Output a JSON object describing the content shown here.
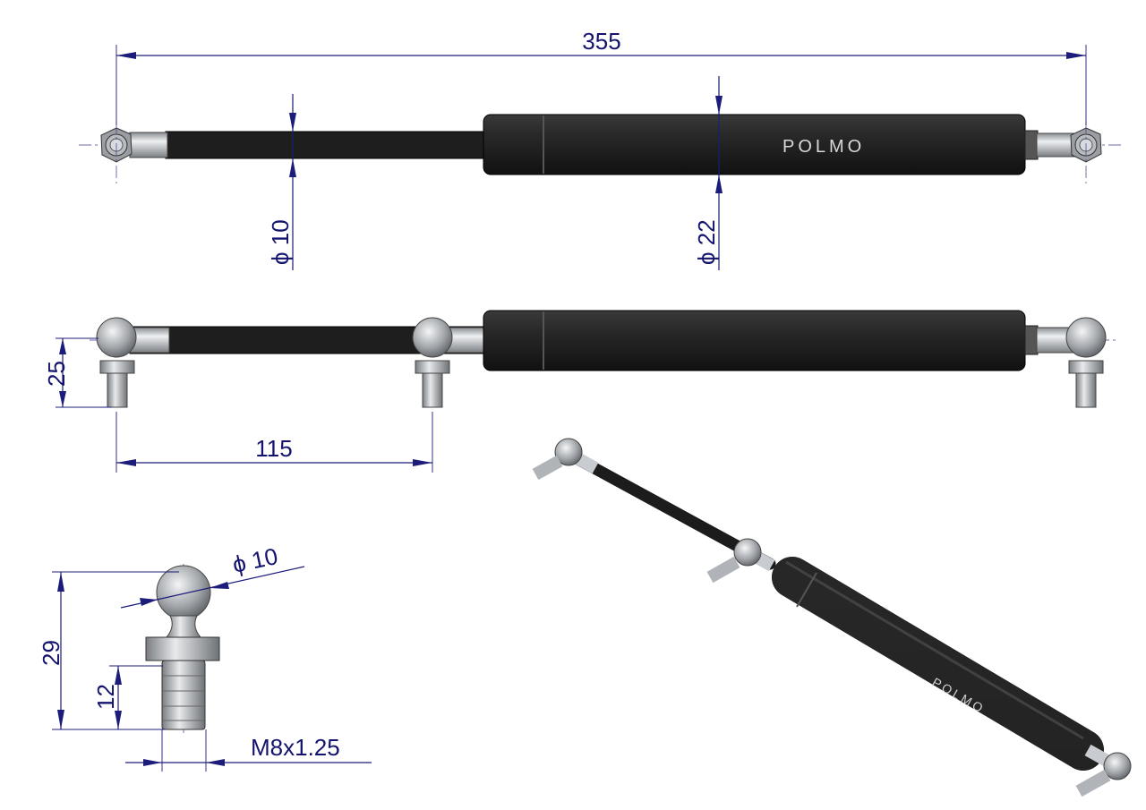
{
  "drawing": {
    "logo_text": "POLMO",
    "colors": {
      "dimension": "#1c1c7a",
      "cylinder": "#232323",
      "chrome": "#c0c4c8"
    },
    "top_view": {
      "overall_length": "355",
      "rod_diameter": "ϕ 10",
      "cylinder_diameter": "ϕ 22"
    },
    "side_view": {
      "stud_height": "25",
      "rod_ball_spacing": "115"
    },
    "detail_view": {
      "ball_diameter": "ϕ 10",
      "total_height": "29",
      "thread_length": "12",
      "thread_spec": "M8x1.25"
    }
  }
}
